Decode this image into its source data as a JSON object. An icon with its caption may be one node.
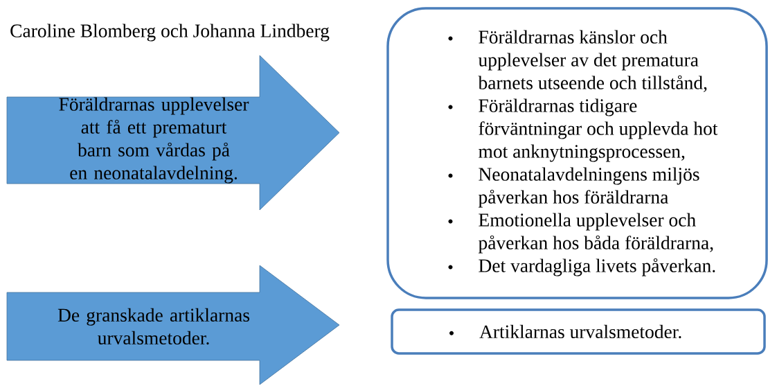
{
  "diagram": {
    "nodes": [
      {
        "text": [
          "Föräldrarnas upplevelser att få ett prematurt barn som vårdas på en neonatalavdelning."
        ]
      },
      {
        "text": [
          "Föräldrarnas känslor och upplevelser av det prematura barnets utseende och tillstånd,",
          "Föräldrarnas tidigare förväntningar och upplevda hot mot anknytningsprocessen,",
          "Neonatalavdelningens miljös påverkan hos föräldrarna",
          "Emotionella upplevelser och påverkan hos båda föräldrarna,",
          "Det vardagliga livets påverkan."
        ]
      },
      {
        "text": [
          "De granskade artiklarnas urvalsmetoder."
        ]
      },
      {
        "text": [
          "Artiklarnas urvalsmetoder."
        ]
      }
    ],
    "labels": [
      "Caroline Blomberg och Johanna Lindberg"
    ]
  }
}
